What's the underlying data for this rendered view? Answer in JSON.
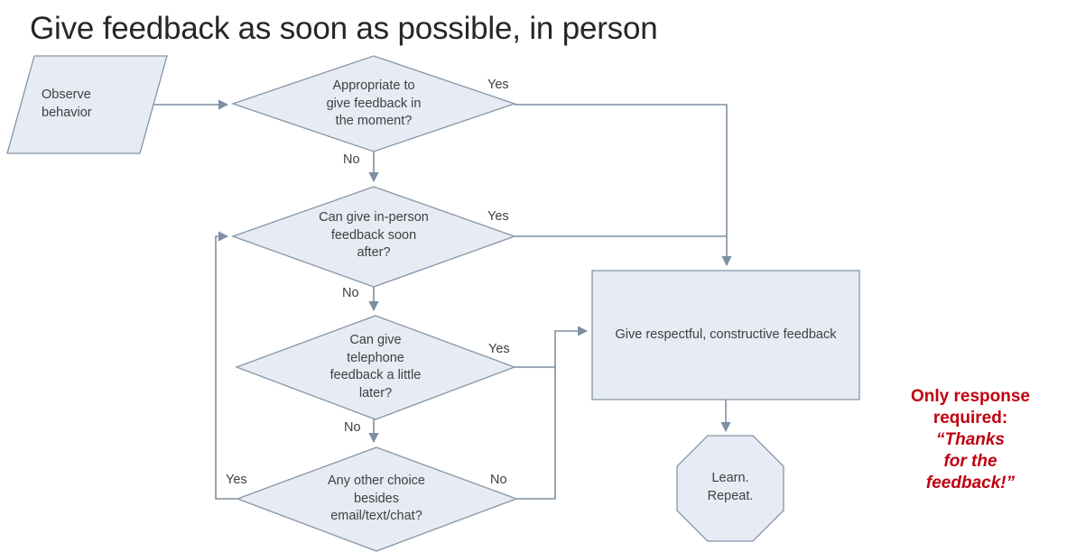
{
  "title": "Give feedback as soon as possible, in person",
  "colors": {
    "shape_fill": "#E7EBF3",
    "shape_stroke": "#8496A8",
    "connector": "#7D8FA1",
    "text": "#404040",
    "title": "#262626",
    "callout_red": "#C00011"
  },
  "nodes": {
    "observe": {
      "id": "observe-behavior",
      "shape": "parallelogram",
      "label": "Observe\nbehavior"
    },
    "decision_moment": {
      "id": "appropriate-in-moment",
      "shape": "diamond",
      "label": "Appropriate to\ngive feedback in\nthe moment?"
    },
    "decision_inperson": {
      "id": "in-person-soon-after",
      "shape": "diamond",
      "label": "Can give in-person\nfeedback soon\nafter?"
    },
    "decision_phone": {
      "id": "telephone-a-little-later",
      "shape": "diamond",
      "label": "Can give\ntelephone\nfeedback a little\nlater?"
    },
    "decision_other": {
      "id": "any-other-choice",
      "shape": "diamond",
      "label": "Any other choice\nbesides\nemail/text/chat?"
    },
    "give_feedback": {
      "id": "give-feedback",
      "shape": "rectangle",
      "label": "Give respectful, constructive feedback"
    },
    "learn_repeat": {
      "id": "learn-repeat",
      "shape": "octagon",
      "label": "Learn.\nRepeat."
    }
  },
  "edge_labels": {
    "moment_yes": "Yes",
    "moment_no": "No",
    "inperson_yes": "Yes",
    "inperson_no": "No",
    "phone_yes": "Yes",
    "phone_no": "No",
    "other_no": "No",
    "other_yes": "Yes"
  },
  "callout": {
    "line1": "Only response",
    "line2": "required:",
    "line3": "“Thanks",
    "line4": "for the",
    "line5": "feedback!”"
  }
}
